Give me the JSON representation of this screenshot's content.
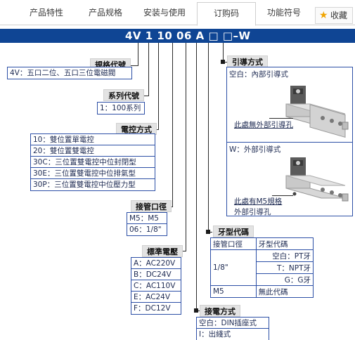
{
  "tabs": [
    {
      "label": "产品特性"
    },
    {
      "label": "产品规格"
    },
    {
      "label": "安装与使用"
    },
    {
      "label": "订购码"
    },
    {
      "label": "功能符号"
    }
  ],
  "favorite": {
    "label": "收藏"
  },
  "model_code": "4V 1 10 06 A □ □–W",
  "sections": {
    "spec": {
      "title": "規格代號",
      "items": [
        "4V：五口二位、五口三位電磁閥"
      ]
    },
    "series": {
      "title": "系列代號",
      "items": [
        "1：100系列"
      ]
    },
    "control": {
      "title": "電控方式",
      "items": [
        "10：雙位置單電控",
        "20：雙位置雙電控",
        "30C：三位置雙電控中位封閉型",
        "30E：三位置雙電控中位排氣型",
        "30P：三位置雙電控中位壓力型"
      ]
    },
    "port": {
      "title": "接管口徑",
      "items": [
        "M5：M5",
        "06：1/8\""
      ]
    },
    "voltage": {
      "title": "標準電壓",
      "items": [
        "A：AC220V",
        "B：DC24V",
        "C：AC110V",
        "E：AC24V",
        "F：DC12V"
      ]
    },
    "wiring": {
      "title": "接電方式",
      "items": [
        "空白：DIN插座式",
        "I：出綫式"
      ]
    },
    "thread": {
      "title": "牙型代碼",
      "header": [
        "接管口徑",
        "牙型代碼"
      ],
      "group_label": "1/8\"",
      "group_rows": [
        "空白：PT牙",
        "T：NPT牙",
        "G：G牙"
      ],
      "m5_row": [
        "M5",
        "無此代碼"
      ]
    },
    "pilot": {
      "title": "引導方式",
      "blank_label": "空白：內部引導式",
      "blank_note": "此處無外部引導孔",
      "w_label": "W：外部引導式",
      "w_note_line1": "此處有M5規格",
      "w_note_line2": "外部引導孔"
    }
  },
  "colors": {
    "code_bar": "#0f4594",
    "box_border": "#2c4fa6",
    "tag_bg": "#e3e3e3",
    "star": "#f0a400"
  }
}
